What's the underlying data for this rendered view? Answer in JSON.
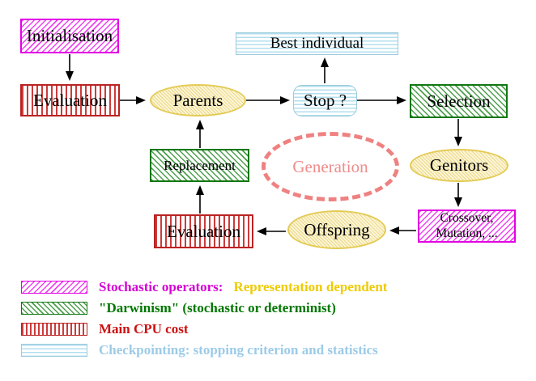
{
  "diagram": {
    "nodes": {
      "initialisation": {
        "label": "Initialisation"
      },
      "evaluation_top": {
        "label": "Evaluation"
      },
      "best_individual": {
        "label": "Best individual"
      },
      "stop": {
        "label": "Stop ?"
      },
      "selection": {
        "label": "Selection"
      },
      "parents": {
        "label": "Parents"
      },
      "genitors": {
        "label": "Genitors"
      },
      "replacement": {
        "label": "Replacement"
      },
      "evaluation_bottom": {
        "label": "Evaluation"
      },
      "offspring": {
        "label": "Offspring"
      },
      "crossover_mutation": {
        "line1": "Crossover,",
        "line2": "Mutation, ..."
      },
      "generation": {
        "label": "Generation"
      }
    },
    "colors": {
      "stochastic_magenta": "#e400e4",
      "darwinism_green": "#117711",
      "cpu_red": "#bb2222",
      "checkpoint_blue": "#9bcbdd",
      "population_yellow": "#e3cb55",
      "generation_salmon": "#ef8181",
      "arrow_black": "#000000",
      "legend_gold_text": "#eecb00"
    }
  },
  "legend": {
    "items": [
      {
        "swatch": "magenta-hatch",
        "text": "Stochastic operators:",
        "text2": "Representation dependent"
      },
      {
        "swatch": "green-hatch",
        "text": "\"Darwinism\" (stochastic or determinist)",
        "text2": ""
      },
      {
        "swatch": "red-stripes",
        "text": "Main CPU cost",
        "text2": ""
      },
      {
        "swatch": "blue-stripes",
        "text": "Checkpointing: stopping criterion and statistics",
        "text2": ""
      }
    ]
  }
}
